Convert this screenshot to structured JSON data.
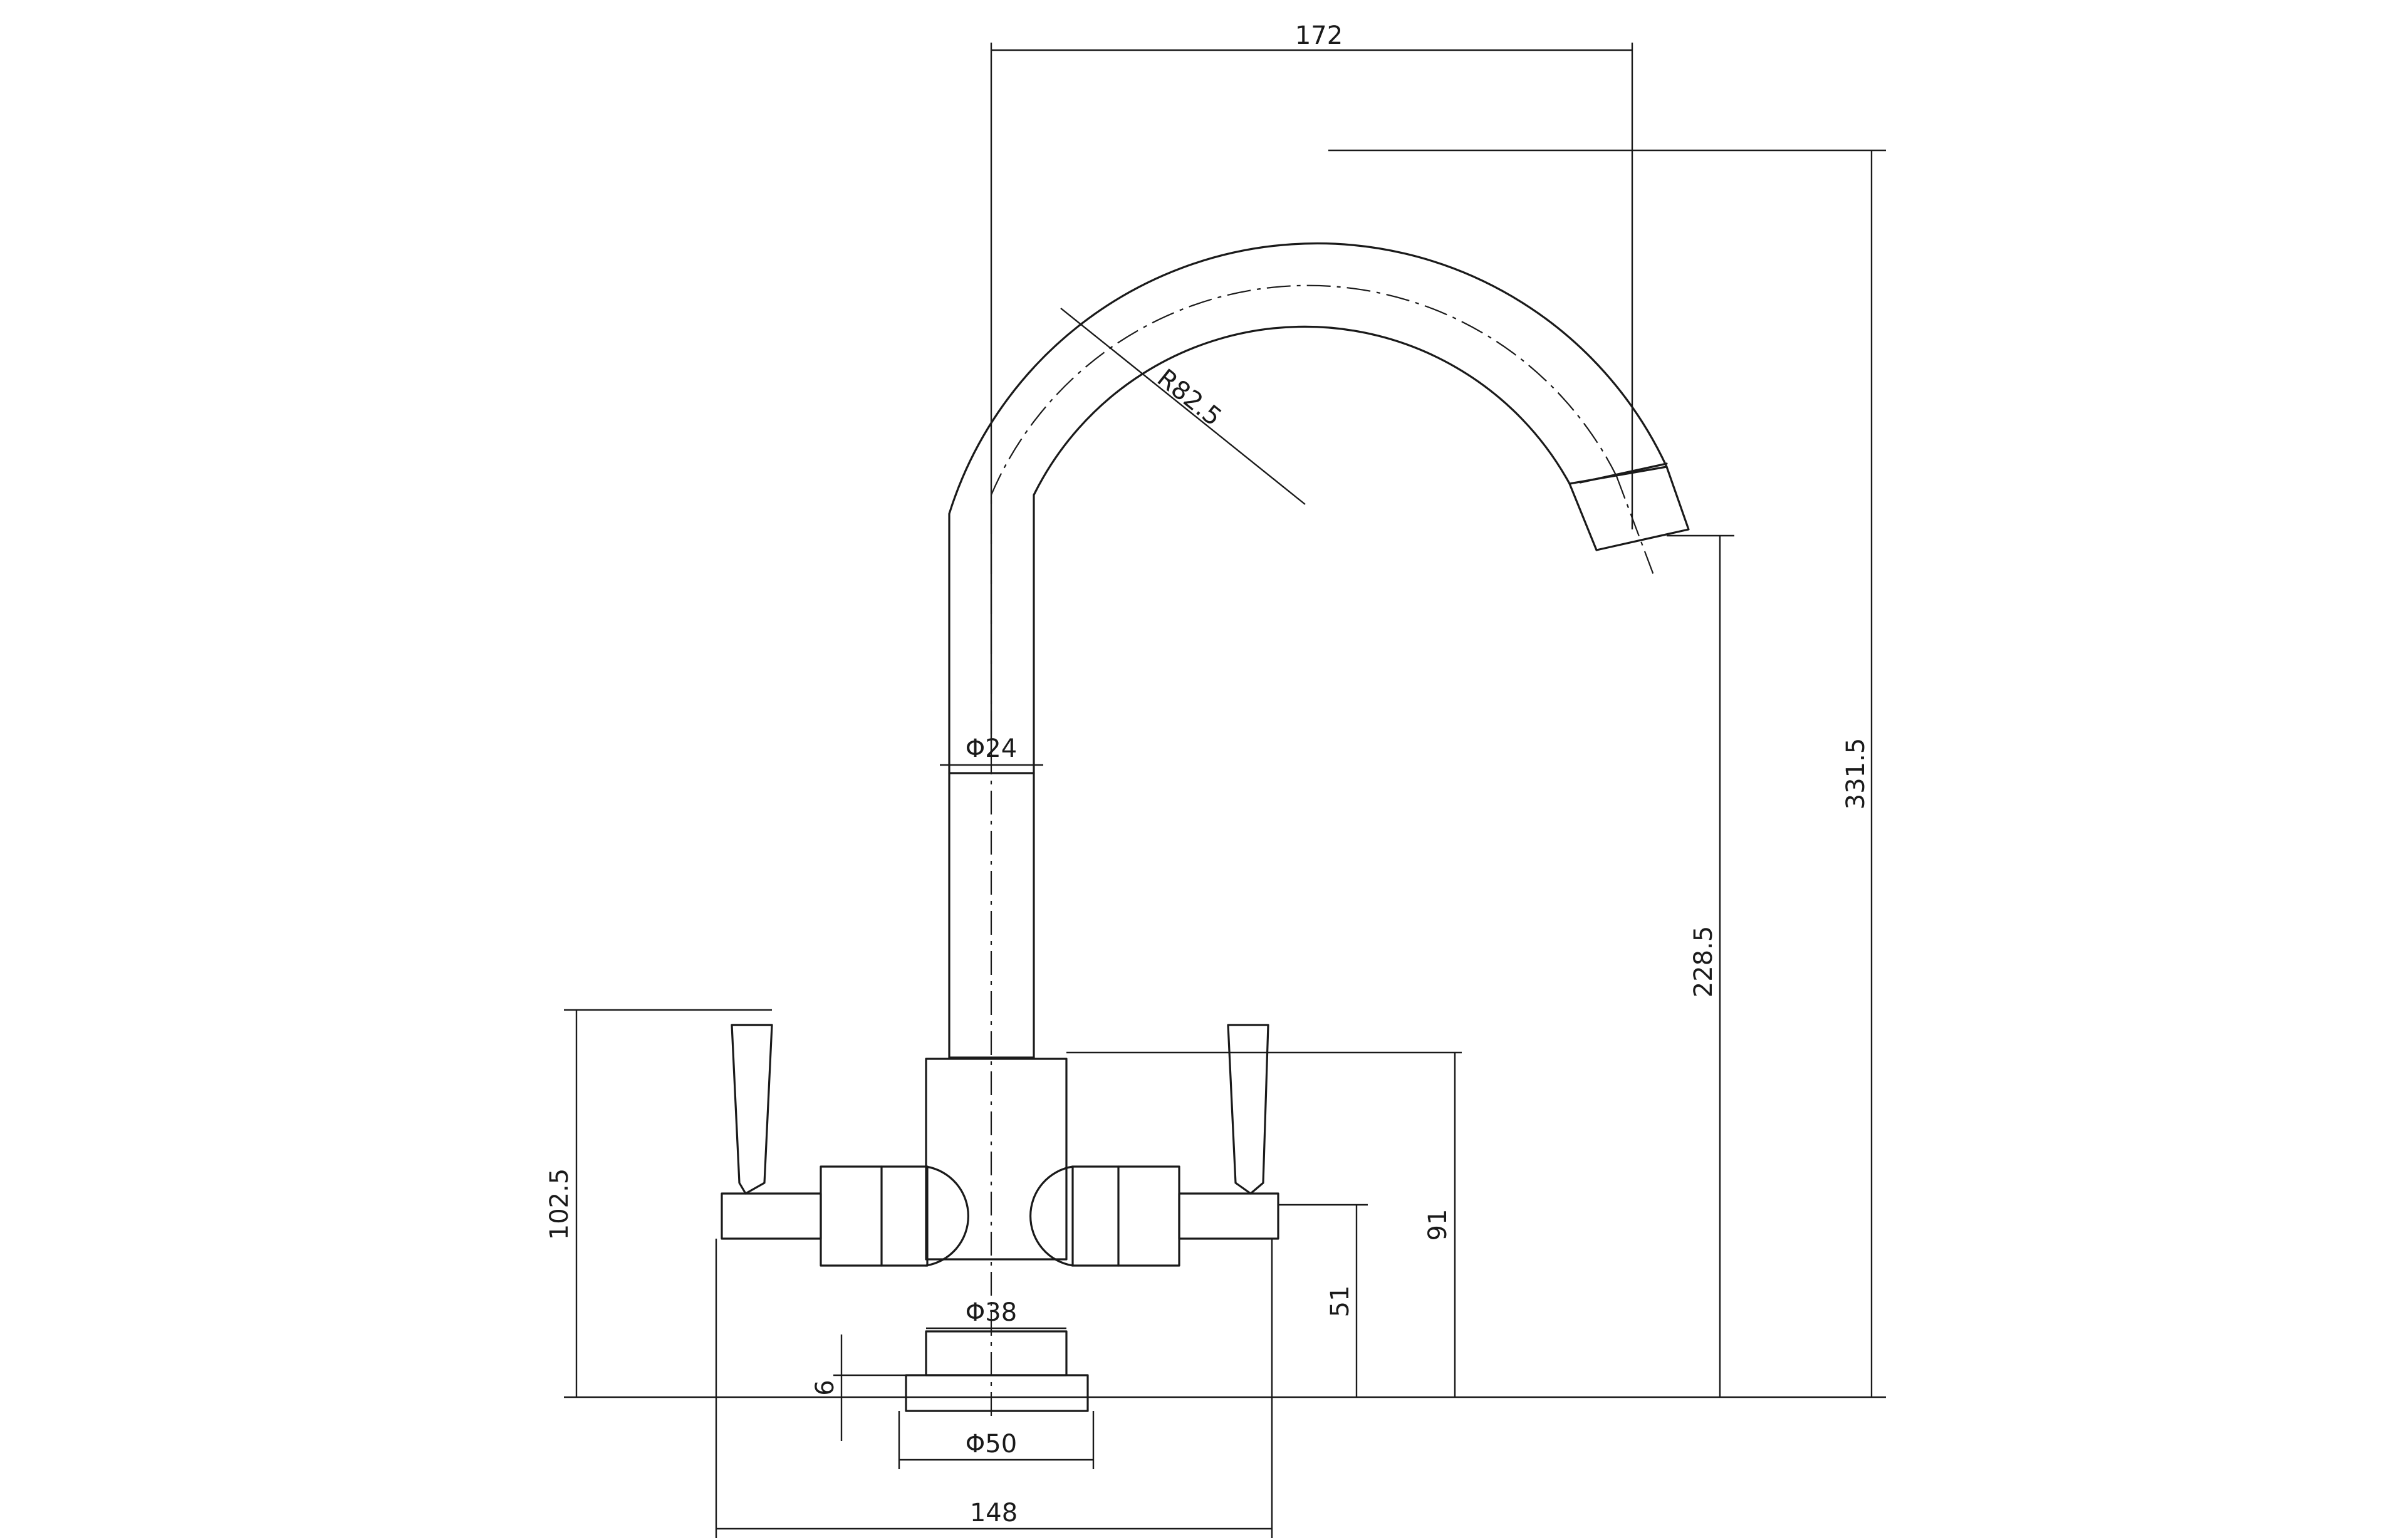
{
  "dimensions": {
    "width_172": "172",
    "height_331_5": "331.5",
    "height_228_5": "228.5",
    "radius": "R82.5",
    "pipe_dia": "Φ24",
    "height_102_5": "102.5",
    "height_91": "91",
    "height_51": "51",
    "body_dia": "Φ38",
    "base_dia": "Φ50",
    "base_thk": "6",
    "width_148": "148"
  }
}
